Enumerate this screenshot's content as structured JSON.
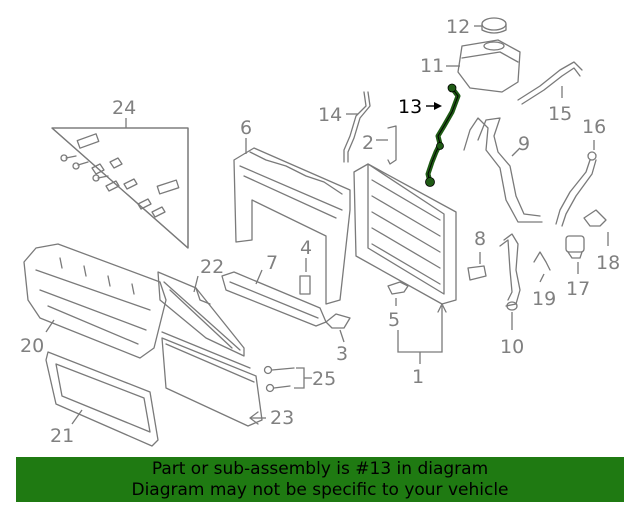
{
  "labels": {
    "p1": "1",
    "p2": "2",
    "p3": "3",
    "p4": "4",
    "p5": "5",
    "p6": "6",
    "p7": "7",
    "p8": "8",
    "p9": "9",
    "p10": "10",
    "p11": "11",
    "p12": "12",
    "p13": "13",
    "p14": "14",
    "p15": "15",
    "p16": "16",
    "p17": "17",
    "p18": "18",
    "p19": "19",
    "p20": "20",
    "p21": "21",
    "p22": "22",
    "p23": "23",
    "p24": "24",
    "p25": "25"
  },
  "highlighted_part": "13",
  "colors": {
    "highlight_part": "#1e5a14",
    "banner_bg": "#1f7a12",
    "label_gray": "#808080"
  },
  "banner": {
    "line1": "Part or sub-assembly is #13 in diagram",
    "line2": "Diagram may not be specific to your vehicle"
  }
}
